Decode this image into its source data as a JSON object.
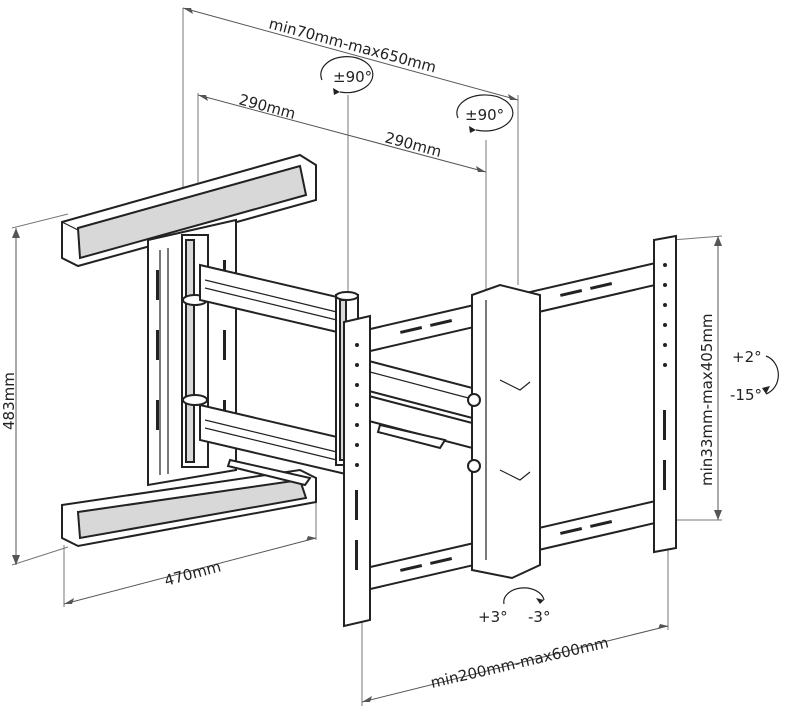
{
  "dimensions": {
    "extension": "min70mm-max650mm",
    "arm_length_1": "290mm",
    "arm_length_2": "290mm",
    "wall_plate_height": "483mm",
    "wall_plate_width": "470mm",
    "vesa_vertical": "min33mm-max405mm",
    "vesa_horizontal": "min200mm-max600mm"
  },
  "rotations": {
    "swivel_arm": "±90°",
    "swivel_head": "±90°",
    "tilt_up": "+2°",
    "tilt_down": "-15°",
    "level_plus": "+3°",
    "level_minus": "-3°"
  },
  "colors": {
    "line": "#222222",
    "dimension": "#555555",
    "fill_light": "#ffffff",
    "fill_dark": "#d8d8d8"
  }
}
